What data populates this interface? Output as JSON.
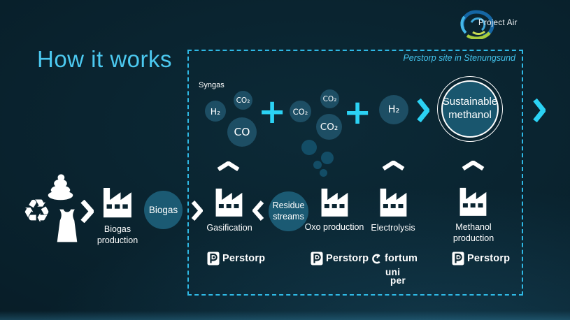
{
  "brand": {
    "name": "Project Air"
  },
  "title": "How it works",
  "site_box": {
    "label": "Perstorp site in Stenungsund"
  },
  "molecules": {
    "syngas_label": "Syngas",
    "syngas_h2": "H₂",
    "syngas_co2": "CO₂",
    "syngas_co": "CO",
    "plus": "+",
    "cluster_co2_a": "CO₂",
    "cluster_co2_b": "CO₂",
    "cluster_co2_c": "CO₂",
    "electrolysis_h2": "H₂",
    "product": "Sustainable methanol"
  },
  "process": {
    "biogas_production": "Biogas production",
    "biogas": "Biogas",
    "gasification": "Gasification",
    "residue_streams": "Residue streams",
    "oxo_production": "Oxo production",
    "electrolysis": "Electrolysis",
    "methanol_production": "Methanol production"
  },
  "partners": {
    "perstorp_1": "Perstorp",
    "perstorp_2": "Perstorp",
    "fortum": "fortum",
    "uniper_line1": "uni",
    "uniper_line2": "per",
    "perstorp_3": "Perstorp"
  },
  "colors": {
    "background": "#081e28",
    "accent_cyan": "#2bd2f4",
    "dashed_border": "#2fb9e5",
    "title_text": "#4cc9f0",
    "node_teal": "#1b5a73",
    "molecule_blue": "#1d4e64"
  }
}
